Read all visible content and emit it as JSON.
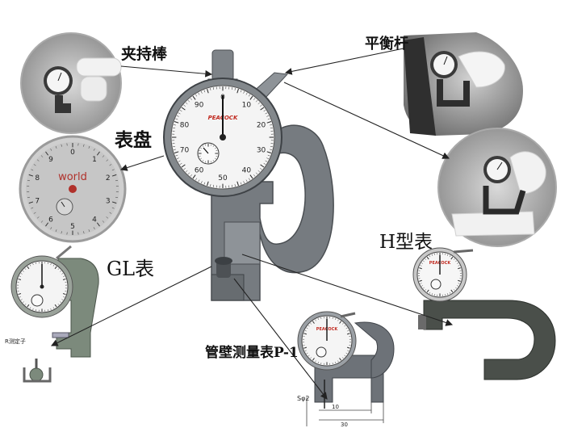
{
  "labels": {
    "clamp_handle": "夹持棒",
    "balance_lever": "平衡杆",
    "dial": "表盘",
    "gl_gauge": "GL表",
    "h_gauge": "H型表",
    "pipe_wall_gauge": "管壁测量表P-1"
  },
  "main_gauge": {
    "brand": "PEACOCK",
    "dial_numbers": [
      "0",
      "10",
      "20",
      "30",
      "40",
      "50",
      "60",
      "70",
      "80",
      "90"
    ]
  },
  "dial_closeup": {
    "brand": "world",
    "dial_numbers": [
      "0",
      "1",
      "2",
      "3",
      "4",
      "5",
      "6",
      "7",
      "8",
      "9"
    ]
  },
  "gl_inset": {
    "tip_label": "R测定子"
  },
  "p1_inset": {
    "spec_label": "Sφ2",
    "dim_inner": "10",
    "dim_outer": "30"
  },
  "colors": {
    "gauge_body": "#6f7478",
    "gauge_body_light": "#9aa0a4",
    "dial_face": "#f4f4f4",
    "brand_red": "#c0281e"
  }
}
